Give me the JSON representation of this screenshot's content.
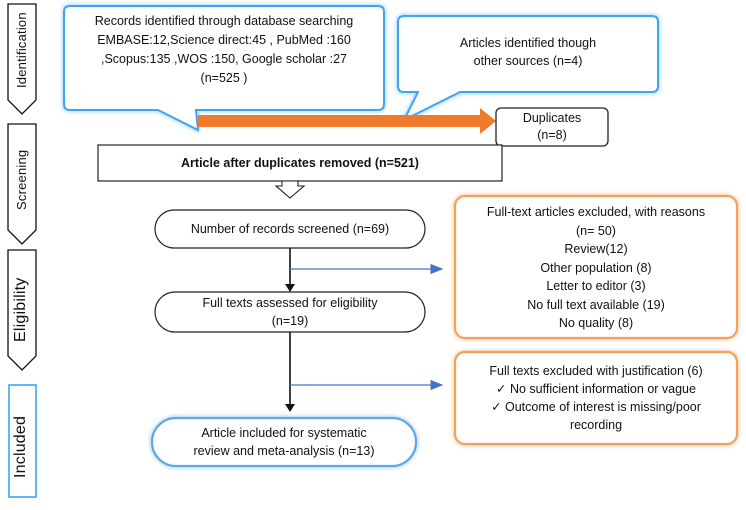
{
  "stages": {
    "identification": "Identification",
    "screening": "Screening",
    "eligibility": "Eligibility",
    "included": "Included"
  },
  "boxes": {
    "database_records": {
      "lines": [
        "Records identified through database searching",
        "EMBASE:12,Science direct:45 , PubMed :160",
        ",Scopus:135 ,WOS :150, Google scholar :27",
        "(n=525 )"
      ]
    },
    "other_sources": {
      "lines": [
        "Articles identified though",
        "other sources (n=4)"
      ]
    },
    "duplicates": {
      "lines": [
        "Duplicates",
        "(n=8)"
      ]
    },
    "after_duplicates": "Article after duplicates removed (n=521)",
    "screened": "Number of records screened (n=69)",
    "full_texts_assessed": {
      "lines": [
        "Full texts assessed for eligibility",
        "(n=19)"
      ]
    },
    "excluded_reasons": {
      "lines": [
        "Full-text articles excluded, with reasons",
        "(n= 50)",
        "Review(12)",
        "Other population (8)",
        "Letter to editor (3)",
        "No full text available (19)",
        "No quality (8)"
      ]
    },
    "excluded_justification": {
      "lines": [
        "Full texts excluded with justification (6)",
        "✓ No sufficient information or vague",
        "✓ Outcome of interest is missing/poor",
        "recording"
      ]
    },
    "included": {
      "lines": [
        "Article included for systematic",
        "review and meta-analysis (n=13)"
      ]
    }
  },
  "colors": {
    "bubble_border": "#3aa6ee",
    "orange_arrow": "#f07a2c",
    "orange_border": "#f5a15a",
    "blue_arrow": "#4472c4",
    "included_glow": "#5aa8e8"
  }
}
